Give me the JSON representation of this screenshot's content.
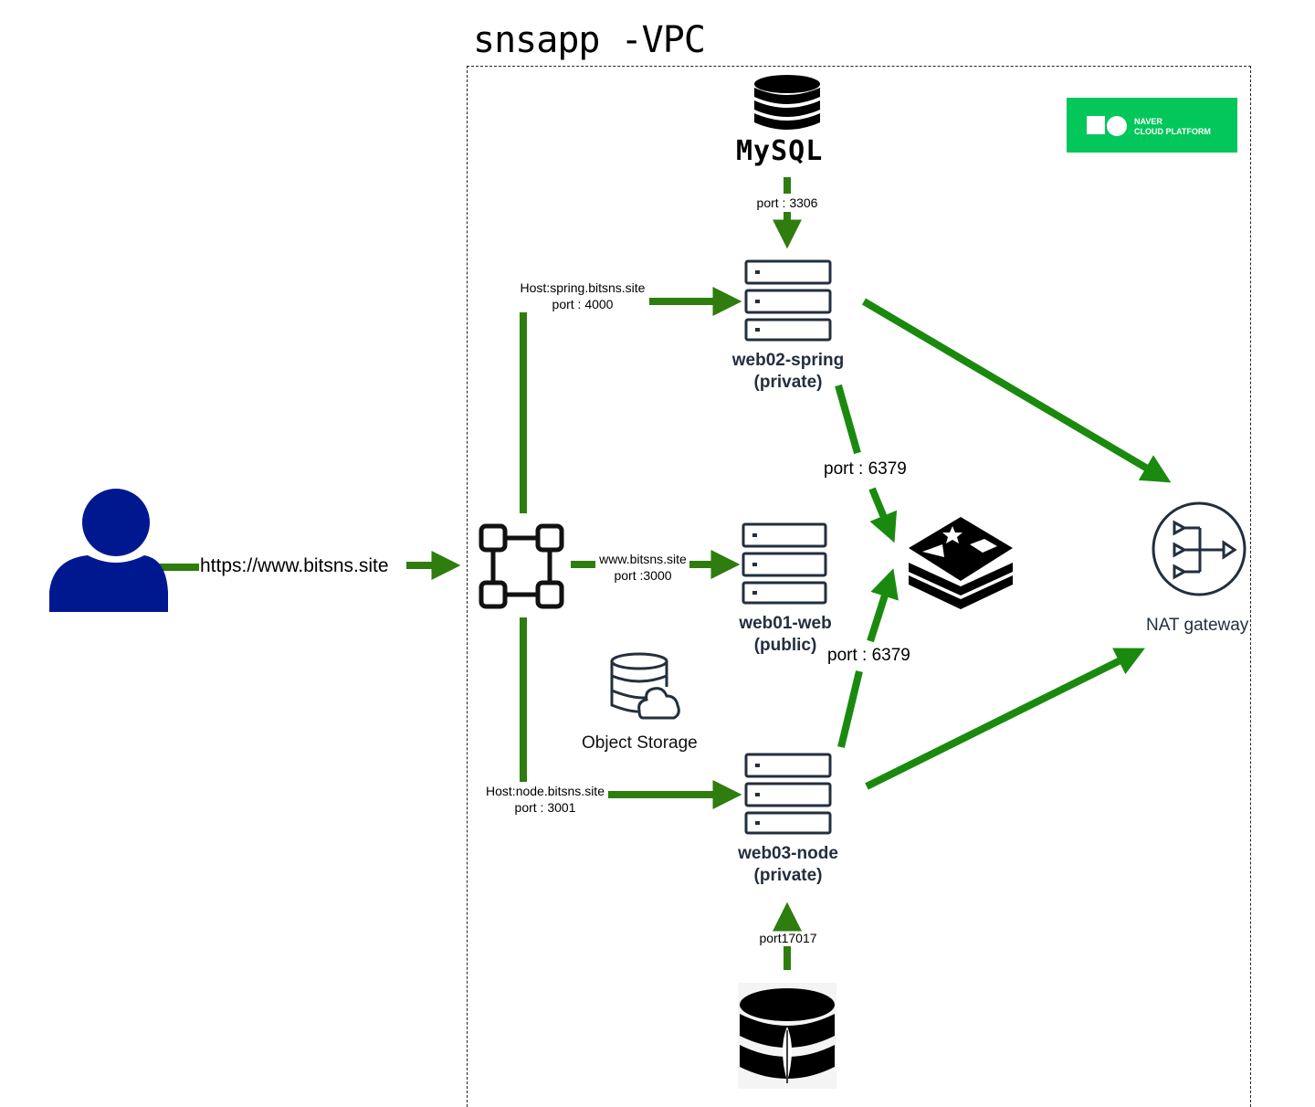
{
  "title": "snsapp -VPC",
  "user_link": "https://www.bitsns.site",
  "routes": {
    "spring_host": "Host:spring.bitsns.site",
    "spring_port": "port : 4000",
    "web_host": "www.bitsns.site",
    "web_port": "port :3000",
    "node_host": "Host:node.bitsns.site",
    "node_port": "port : 3001"
  },
  "mysql": {
    "label": "MySQL",
    "port": "port : 3306"
  },
  "servers": {
    "spring": {
      "name": "web02-spring",
      "scope": "(private)"
    },
    "web": {
      "name": "web01-web",
      "scope": "(public)"
    },
    "node": {
      "name": "web03-node",
      "scope": "(private)"
    }
  },
  "redis_port_top": "port : 6379",
  "redis_port_bottom": "port : 6379",
  "mongo_port": "port17017",
  "object_storage": "Object Storage",
  "nat_gateway": "NAT gateway",
  "naver_logo": {
    "line1": "NAVER",
    "line2": "CLOUD PLATFORM"
  },
  "colors": {
    "arrow": "#2e7d0e",
    "arrow_bright": "#1a8a0f",
    "user": "#00188f",
    "naver": "#03c75a",
    "icon": "#232f3e"
  }
}
